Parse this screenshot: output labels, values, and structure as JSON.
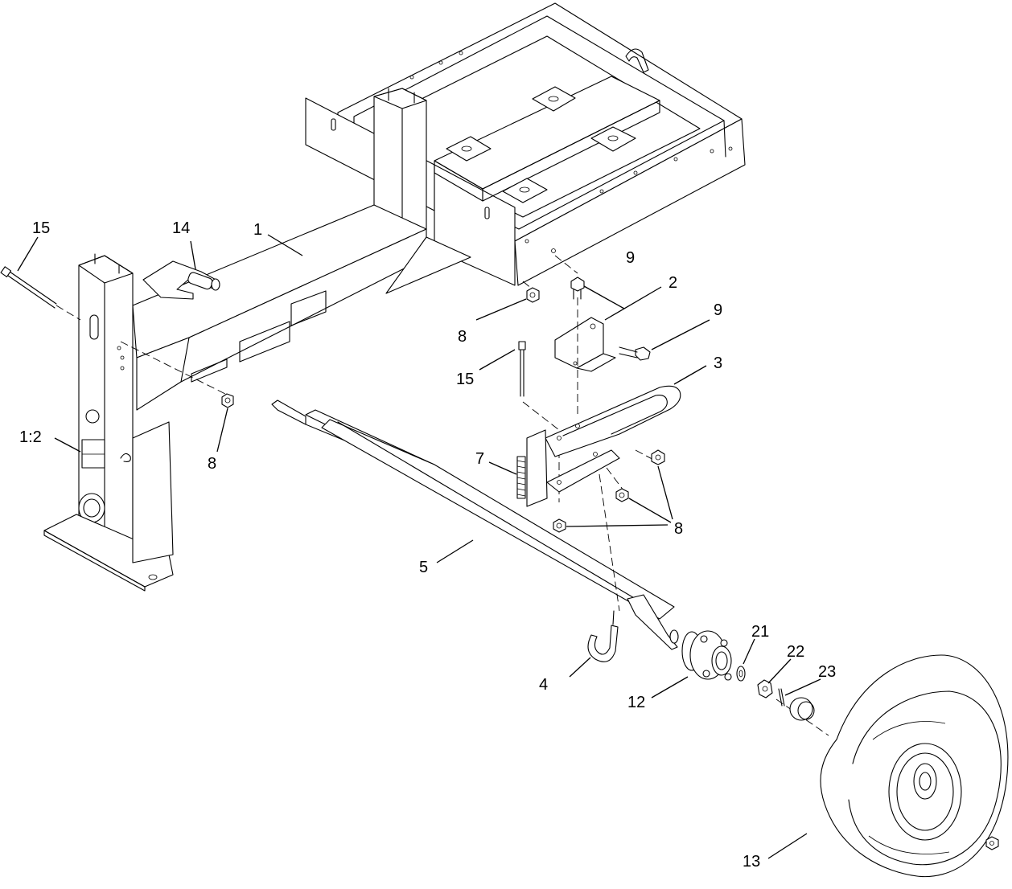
{
  "callouts": {
    "c1": "1",
    "c1_2": "1:2",
    "c2": "2",
    "c3": "3",
    "c4": "4",
    "c5": "5",
    "c7": "7",
    "c8a": "8",
    "c8b": "8",
    "c8c": "8",
    "c9a": "9",
    "c9b": "9",
    "c12": "12",
    "c13": "13",
    "c14": "14",
    "c15a": "15",
    "c15b": "15",
    "c21": "21",
    "c22": "22",
    "c23": "23"
  }
}
